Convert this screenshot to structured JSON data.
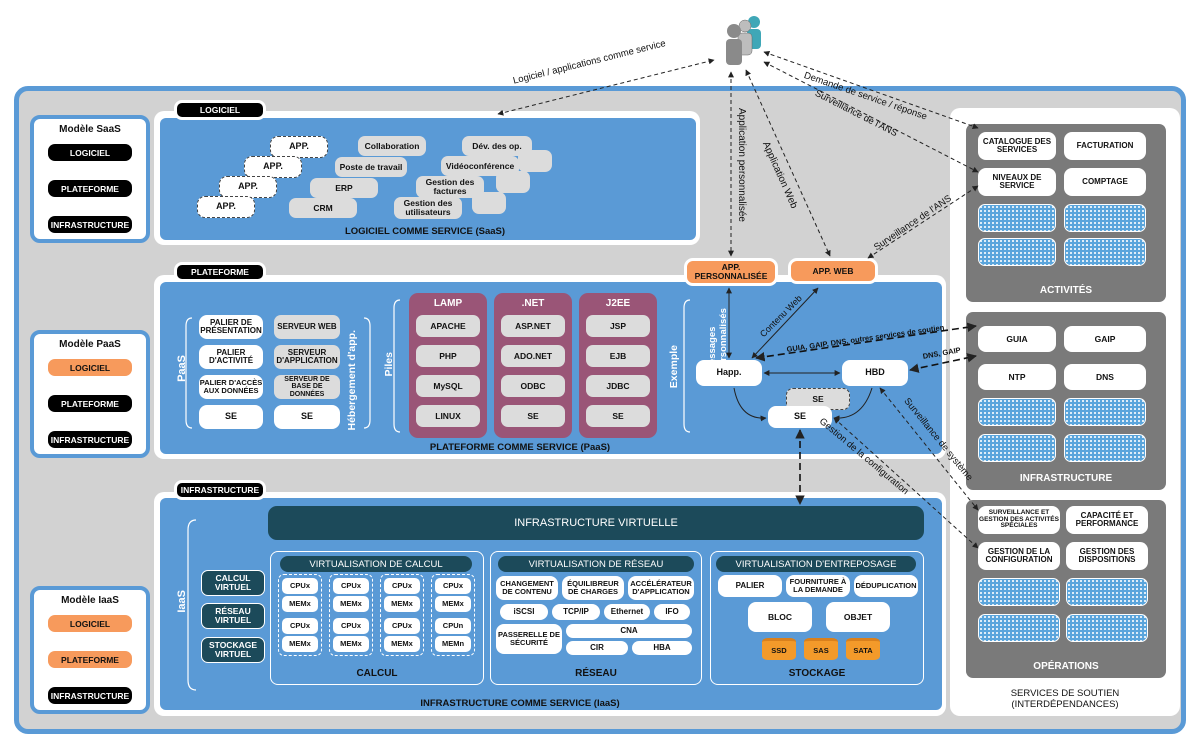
{
  "users_icon": "users-icon",
  "labels": {
    "saas_arrow": "Logiciel / applications comme service",
    "app_perso_arrow": "Application personnalisée",
    "app_web_arrow": "Application Web",
    "demande": "Demande de service / réponse",
    "surv_ans1": "Surveillance de l'ANS",
    "surv_ans2": "Surveillance de l'ANS",
    "contenu_web": "Contenu Web",
    "messages": "Messages personnalisés",
    "exemple": "Exemple",
    "piles": "Piles",
    "hebergement": "Hébergement d'app.",
    "guia_line": "GUIA, GAIP, DNS, outres services de soutien",
    "dns_gaip": "DNS, GAIP",
    "surv_systeme": "Surveillance de système",
    "gestion_config": "Gestion de la configuration"
  },
  "models": [
    {
      "title": "Modèle SaaS",
      "items": [
        {
          "label": "LOGICIEL",
          "style": "black"
        },
        {
          "label": "PLATEFORME",
          "style": "black"
        },
        {
          "label": "INFRASTRUCTURE",
          "style": "black"
        }
      ]
    },
    {
      "title": "Modèle PaaS",
      "items": [
        {
          "label": "LOGICIEL",
          "style": "orange"
        },
        {
          "label": "PLATEFORME",
          "style": "black"
        },
        {
          "label": "INFRASTRUCTURE",
          "style": "black"
        }
      ]
    },
    {
      "title": "Modèle IaaS",
      "items": [
        {
          "label": "LOGICIEL",
          "style": "orange"
        },
        {
          "label": "PLATEFORME",
          "style": "orange"
        },
        {
          "label": "INFRASTRUCTURE",
          "style": "black"
        }
      ]
    }
  ],
  "saas": {
    "tag": "LOGICIEL",
    "footer": "LOGICIEL COMME SERVICE (SaaS)",
    "apps": [
      "APP.",
      "APP.",
      "APP.",
      "APP."
    ],
    "grey": [
      "Collaboration",
      "Poste de travail",
      "ERP",
      "CRM",
      "Dév. des op.",
      "Vidéoconférence",
      "Gestion des factures",
      "Gestion des utilisateurs"
    ]
  },
  "paas": {
    "tag": "PLATEFORME",
    "side": "PaaS",
    "footer": "PLATEFORME COMME SERVICE (PaaS)",
    "tiers": [
      "PALIER DE PRÉSENTATION",
      "PALIER D'ACTIVITÉ",
      "PALIER D'ACCÈS AUX DONNÉES",
      "SE"
    ],
    "servers": [
      "SERVEUR WEB",
      "SERVEUR D'APPLICATION",
      "SERVEUR DE BASE DE DONNÉES",
      "SE"
    ],
    "stacks": [
      {
        "name": "LAMP",
        "items": [
          "APACHE",
          "PHP",
          "MySQL",
          "LINUX"
        ]
      },
      {
        "name": ".NET",
        "items": [
          "ASP.NET",
          "ADO.NET",
          "ODBC",
          "SE"
        ]
      },
      {
        "name": "J2EE",
        "items": [
          "JSP",
          "EJB",
          "JDBC",
          "SE"
        ]
      }
    ],
    "app_perso": "APP. PERSONNALISÉE",
    "app_web": "APP. WEB",
    "happ": "Happ.",
    "hbd": "HBD",
    "se1": "SE",
    "se2": "SE"
  },
  "iaas": {
    "tag": "INFRASTRUCTURE",
    "side": "IaaS",
    "footer": "INFRASTRUCTURE COMME SERVICE (IaaS)",
    "virtual": "INFRASTRUCTURE VIRTUELLE",
    "left": [
      "CALCUL VIRTUEL",
      "RÉSEAU VIRTUEL",
      "STOCKAGE VIRTUEL"
    ],
    "calcul": {
      "title": "VIRTUALISATION DE CALCUL",
      "footer": "CALCUL",
      "cols": [
        {
          "cpu1": "CPUx",
          "mem1": "MEMx",
          "cpu2": "CPUx",
          "mem2": "MEMx"
        },
        {
          "cpu1": "CPUx",
          "mem1": "MEMx",
          "cpu2": "CPUx",
          "mem2": "MEMx"
        },
        {
          "cpu1": "CPUx",
          "mem1": "MEMx",
          "cpu2": "CPUx",
          "mem2": "MEMx"
        },
        {
          "cpu1": "CPUx",
          "mem1": "MEMx",
          "cpu2": "CPUn",
          "mem2": "MEMn"
        }
      ]
    },
    "reseau": {
      "title": "VIRTUALISATION DE RÉSEAU",
      "footer": "RÉSEAU",
      "row1": [
        "CHANGEMENT DE CONTENU",
        "ÉQUILIBREUR DE CHARGES",
        "ACCÉLÉRATEUR D'APPLICATION"
      ],
      "row2": [
        "iSCSI",
        "TCP/IP",
        "Ethernet",
        "IFO"
      ],
      "passerelle": "PASSERELLE DE SÉCURITÉ",
      "cna": "CNA",
      "cir": "CIR",
      "hba": "HBA"
    },
    "stockage": {
      "title": "VIRTUALISATION D'ENTREPOSAGE",
      "footer": "STOCKAGE",
      "row1": [
        "PALIER",
        "FOURNITURE À LA DEMANDE",
        "DÉDUPLICATION"
      ],
      "row2": [
        "BLOC",
        "OBJET"
      ],
      "disks": [
        "SSD",
        "SAS",
        "SATA"
      ]
    }
  },
  "support": {
    "footer": "SERVICES DE SOUTIEN (INTERDÉPENDANCES)",
    "activites": {
      "title": "ACTIVITÉS",
      "items": [
        "CATALOGUE DES SERVICES",
        "FACTURATION",
        "NIVEAUX DE SERVICE",
        "COMPTAGE"
      ]
    },
    "infrastructure": {
      "title": "INFRASTRUCTURE",
      "items": [
        "GUIA",
        "GAIP",
        "NTP",
        "DNS"
      ]
    },
    "operations": {
      "title": "OPÉRATIONS",
      "items": [
        "SURVEILLANCE ET GESTION DES ACTIVITÉS SPÉCIALES",
        "CAPACITÉ ET PERFORMANCE",
        "GESTION DE LA CONFIGURATION",
        "GESTION DES DISPOSITIONS"
      ]
    }
  }
}
